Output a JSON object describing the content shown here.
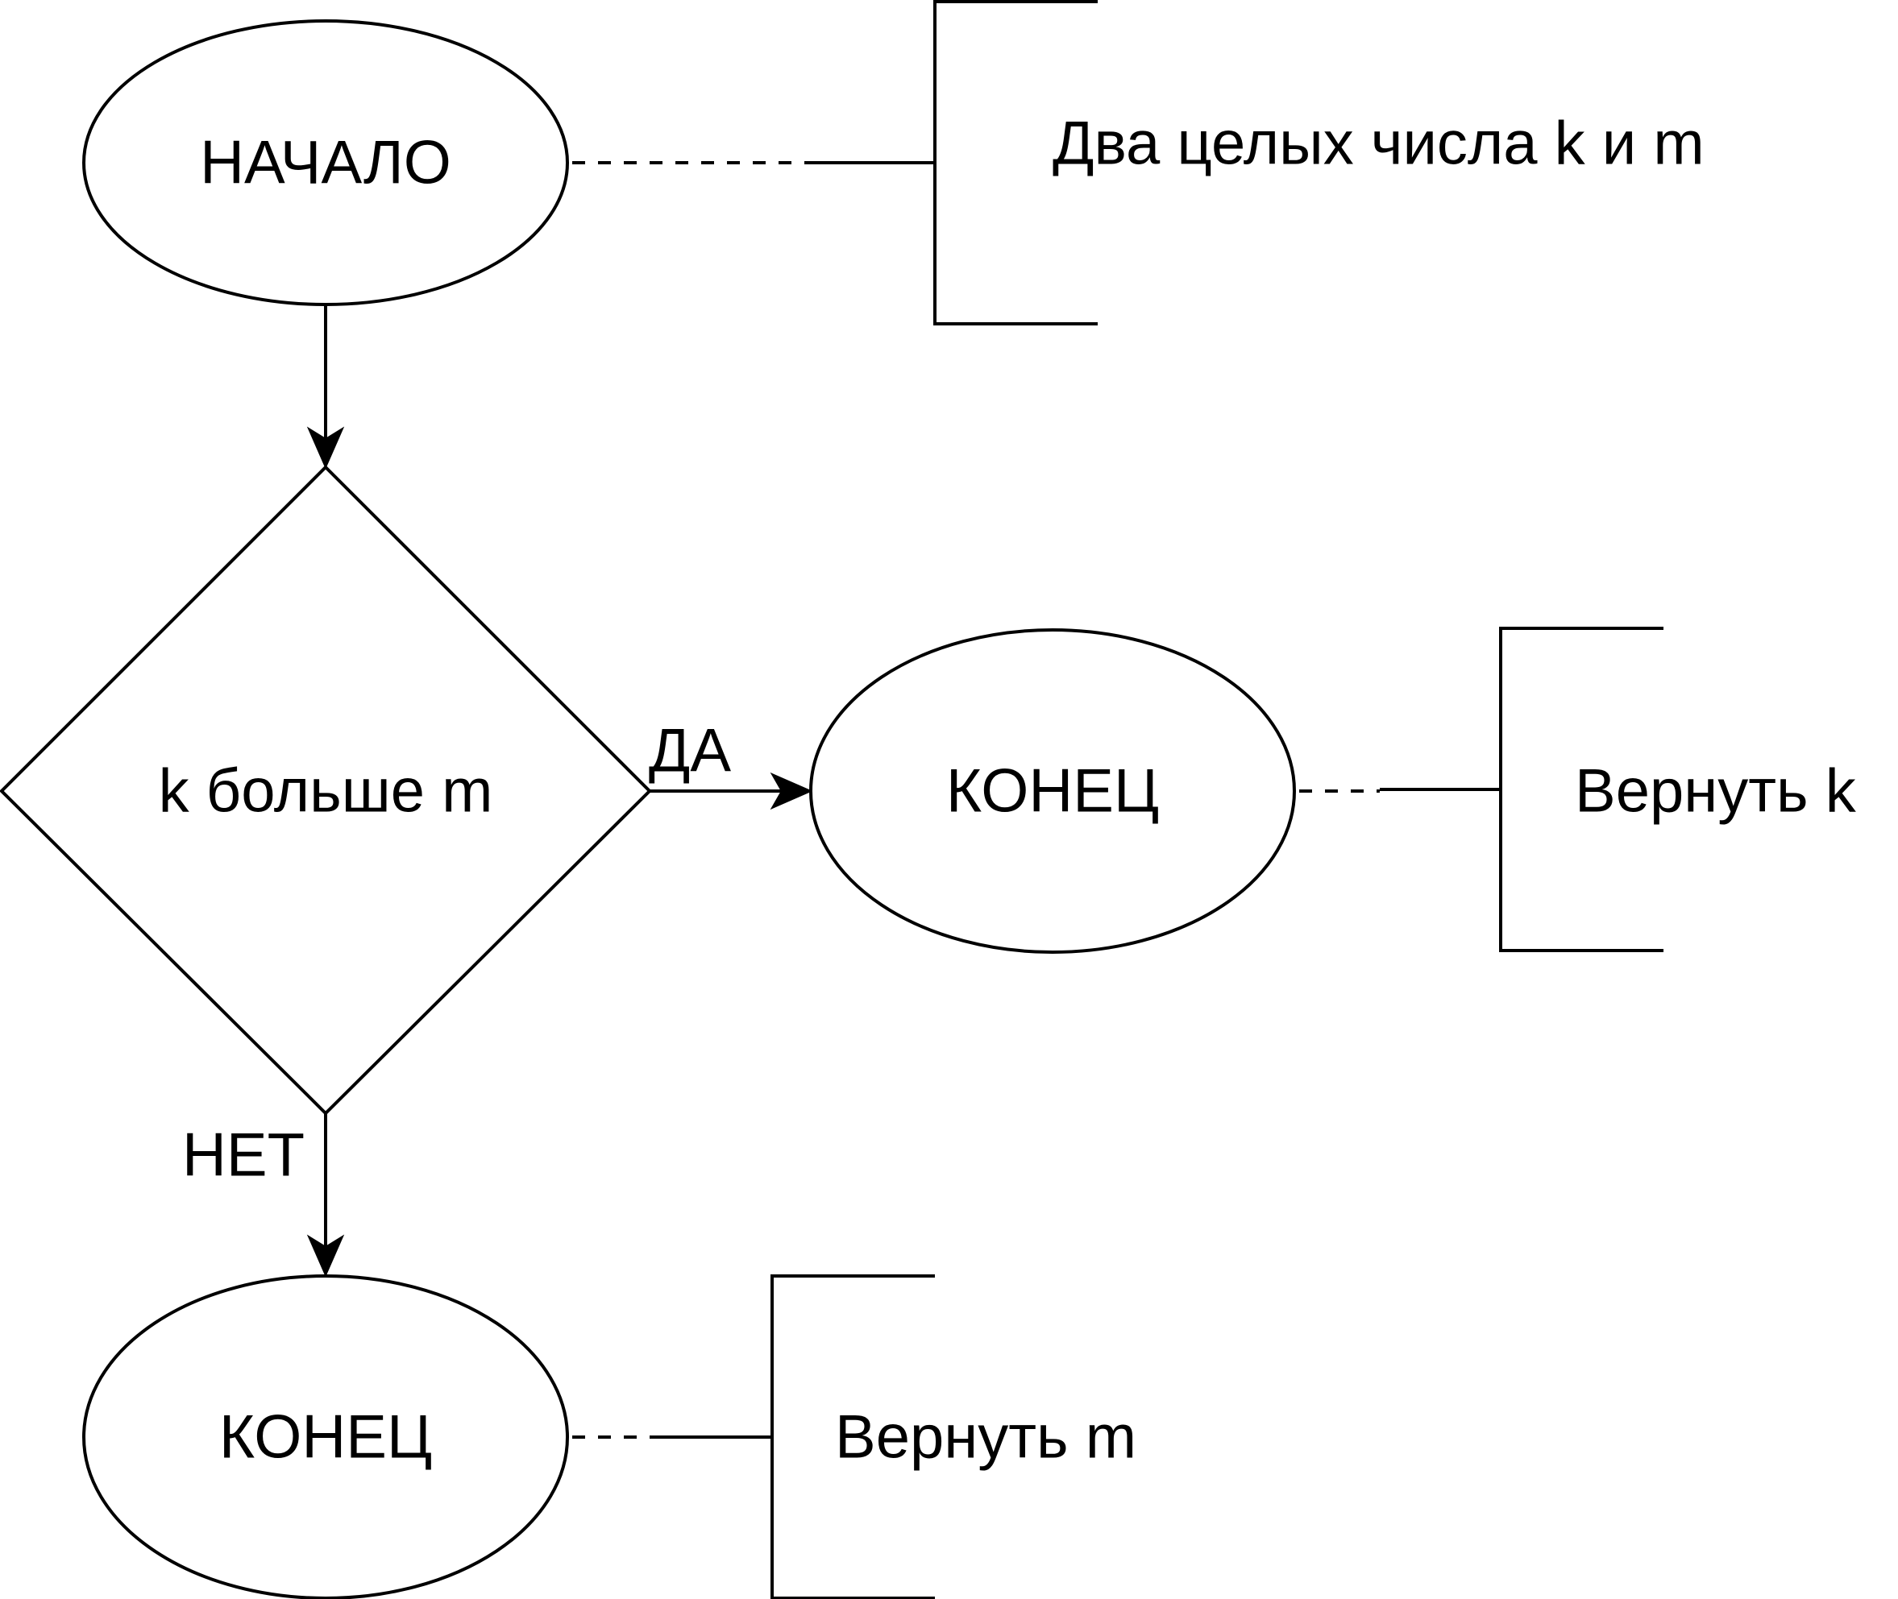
{
  "nodes": {
    "start": {
      "label": "НАЧАЛО"
    },
    "decision": {
      "label": "k больше m"
    },
    "end_yes": {
      "label": "КОНЕЦ"
    },
    "end_no": {
      "label": "КОНЕЦ"
    }
  },
  "edges": {
    "yes_label": "ДА",
    "no_label": "НЕТ"
  },
  "annotations": {
    "start": "Два целых числа k и m",
    "end_yes": "Вернуть k",
    "end_no": "Вернуть m"
  }
}
